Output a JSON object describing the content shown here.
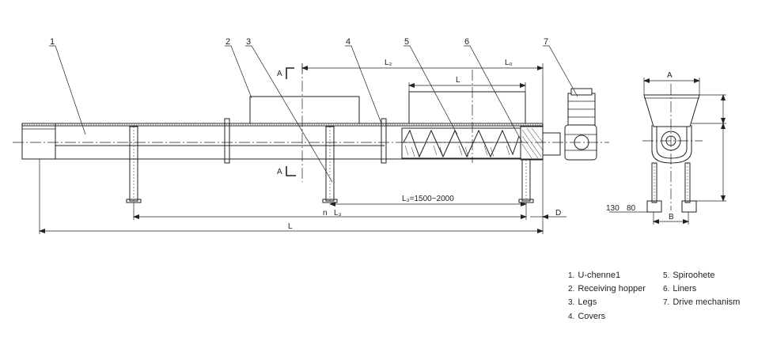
{
  "callouts": [
    "1",
    "2",
    "3",
    "4",
    "5",
    "6",
    "7"
  ],
  "dimensions": {
    "L": "L",
    "L2": "L₂",
    "L0": "L₀",
    "L_spiral": "L",
    "L3_range": "L₃=1500~2000",
    "n": "n",
    "L3": "L₃",
    "D": "D",
    "A_width": "A",
    "B": "B",
    "val_130": "130",
    "val_80": "80"
  },
  "section_marks": {
    "top": "A",
    "bottom": "A"
  },
  "legend": {
    "col1": [
      {
        "num": "1.",
        "label": "U-chenne1"
      },
      {
        "num": "2.",
        "label": "Receiving hopper"
      },
      {
        "num": "3.",
        "label": "Legs"
      },
      {
        "num": "4.",
        "label": "Covers"
      }
    ],
    "col2": [
      {
        "num": "5.",
        "label": "Spiroohete"
      },
      {
        "num": "6.",
        "label": "Liners"
      },
      {
        "num": "7.",
        "label": "Drive mechanism"
      }
    ]
  }
}
